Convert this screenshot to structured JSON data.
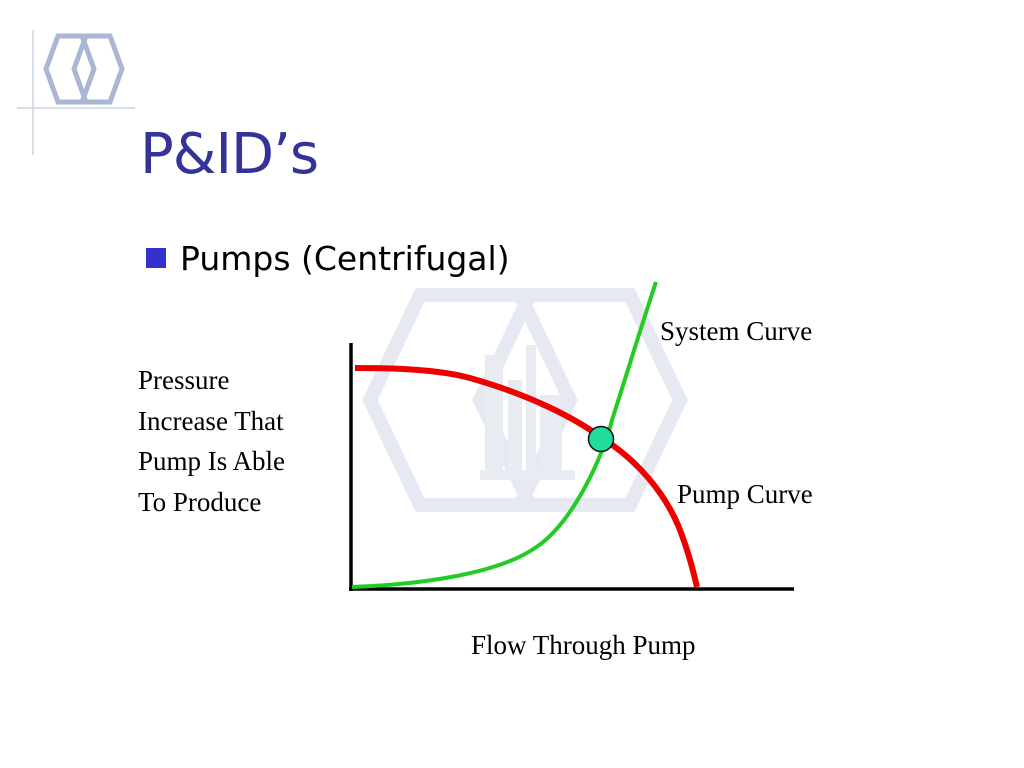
{
  "slide": {
    "title": "P&ID’s",
    "bullet": "Pumps (Centrifugal)",
    "accent_color": "#333399",
    "bullet_color": "#3333cc"
  },
  "diagram": {
    "y_axis_label_lines": [
      "Pressure",
      "Increase That",
      "Pump Is Able",
      "To Produce"
    ],
    "x_axis_label": "Flow Through Pump",
    "system_curve_label": "System Curve",
    "pump_curve_label": "Pump Curve",
    "system_curve_color": "#22cc22",
    "pump_curve_color": "#ee0000",
    "operating_point_color": "#22dd99",
    "axis_color": "#000000"
  },
  "decorations": {
    "logo_icon": "double-hexagon-logo-icon",
    "watermark_icon": "hexagon-factory-watermark-icon"
  }
}
